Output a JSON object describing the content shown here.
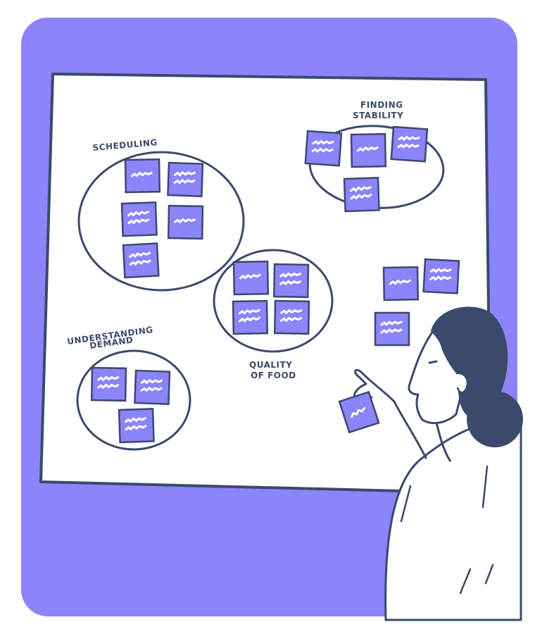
{
  "colors": {
    "backdrop": "#8c84fa",
    "board": "#ffffff",
    "outline": "#3b4a6b",
    "sticky": "#8c84fa",
    "scribble": "#ffffff",
    "hair": "#3b4a6b"
  },
  "clusters": {
    "scheduling": {
      "label": "SCHEDULING"
    },
    "finding_stability": {
      "label_line1": "FINDING",
      "label_line2": "STABILITY"
    },
    "understanding_demand": {
      "label_line1": "UNDERSTANDING",
      "label_line2": "DEMAND"
    },
    "quality_of_food": {
      "label_line1": "QUALITY",
      "label_line2": "OF FOOD"
    }
  }
}
